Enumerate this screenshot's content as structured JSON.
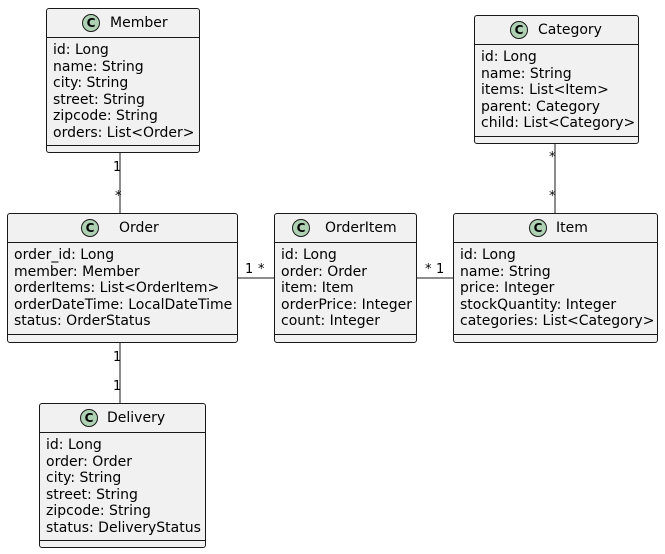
{
  "classes": {
    "member": {
      "badge": "C",
      "name": "Member",
      "attributes": [
        "id: Long",
        "name: String",
        "city: String",
        "street: String",
        "zipcode: String",
        "orders: List<Order>"
      ]
    },
    "category": {
      "badge": "C",
      "name": "Category",
      "attributes": [
        "id: Long",
        "name: String",
        "items: List<Item>",
        "parent: Category",
        "child: List<Category>"
      ]
    },
    "order": {
      "badge": "C",
      "name": "Order",
      "attributes": [
        "order_id: Long",
        "member: Member",
        "orderItems: List<OrderItem>",
        "orderDateTime: LocalDateTime",
        "status: OrderStatus"
      ]
    },
    "orderitem": {
      "badge": "C",
      "name": "OrderItem",
      "attributes": [
        "id: Long",
        "order: Order",
        "item: Item",
        "orderPrice: Integer",
        "count: Integer"
      ]
    },
    "item": {
      "badge": "C",
      "name": "Item",
      "attributes": [
        "id: Long",
        "name: String",
        "price: Integer",
        "stockQuantity: Integer",
        "categories: List<Category>"
      ]
    },
    "delivery": {
      "badge": "C",
      "name": "Delivery",
      "attributes": [
        "id: Long",
        "order: Order",
        "city: String",
        "street: String",
        "zipcode: String",
        "status: DeliveryStatus"
      ]
    }
  },
  "associations": {
    "member_order": {
      "from": "Member",
      "to": "Order",
      "from_mult": "1",
      "to_mult": "*"
    },
    "order_orderitem": {
      "from": "Order",
      "to": "OrderItem",
      "from_mult": "1",
      "to_mult": "*"
    },
    "orderitem_item": {
      "from": "OrderItem",
      "to": "Item",
      "from_mult": "*",
      "to_mult": "1"
    },
    "category_item": {
      "from": "Category",
      "to": "Item",
      "from_mult": "*",
      "to_mult": "*"
    },
    "order_delivery": {
      "from": "Order",
      "to": "Delivery",
      "from_mult": "1",
      "to_mult": "1"
    }
  },
  "colors": {
    "class_fill": "#F1F1F1",
    "border": "#181818",
    "badge_fill": "#ADD1B2"
  }
}
